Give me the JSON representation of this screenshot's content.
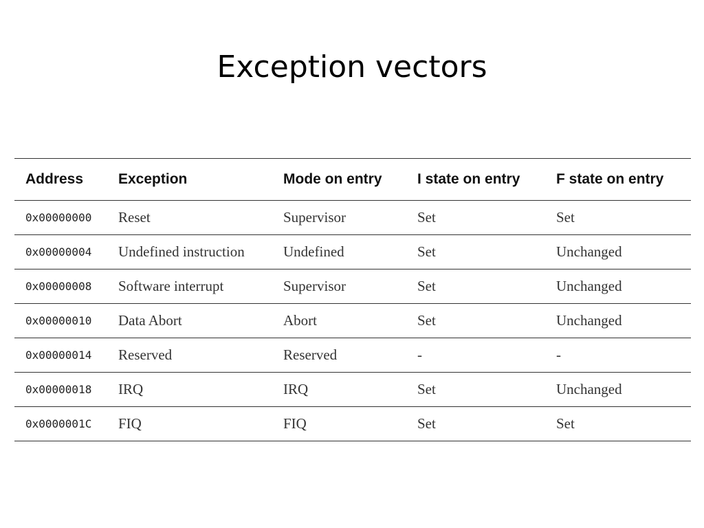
{
  "slide": {
    "title": "Exception vectors"
  },
  "table": {
    "headers": [
      "Address",
      "Exception",
      "Mode on entry",
      "I state on entry",
      "F state on entry"
    ],
    "rows": [
      [
        "0x00000000",
        "Reset",
        "Supervisor",
        "Set",
        "Set"
      ],
      [
        "0x00000004",
        "Undefined instruction",
        "Undefined",
        "Set",
        "Unchanged"
      ],
      [
        "0x00000008",
        "Software interrupt",
        "Supervisor",
        "Set",
        "Unchanged"
      ],
      [
        "0x00000010",
        "Data Abort",
        "Abort",
        "Set",
        "Unchanged"
      ],
      [
        "0x00000014",
        "Reserved",
        "Reserved",
        "-",
        "-"
      ],
      [
        "0x00000018",
        "IRQ",
        "IRQ",
        "Set",
        "Unchanged"
      ],
      [
        "0x0000001C",
        "FIQ",
        "FIQ",
        "Set",
        "Set"
      ]
    ]
  }
}
